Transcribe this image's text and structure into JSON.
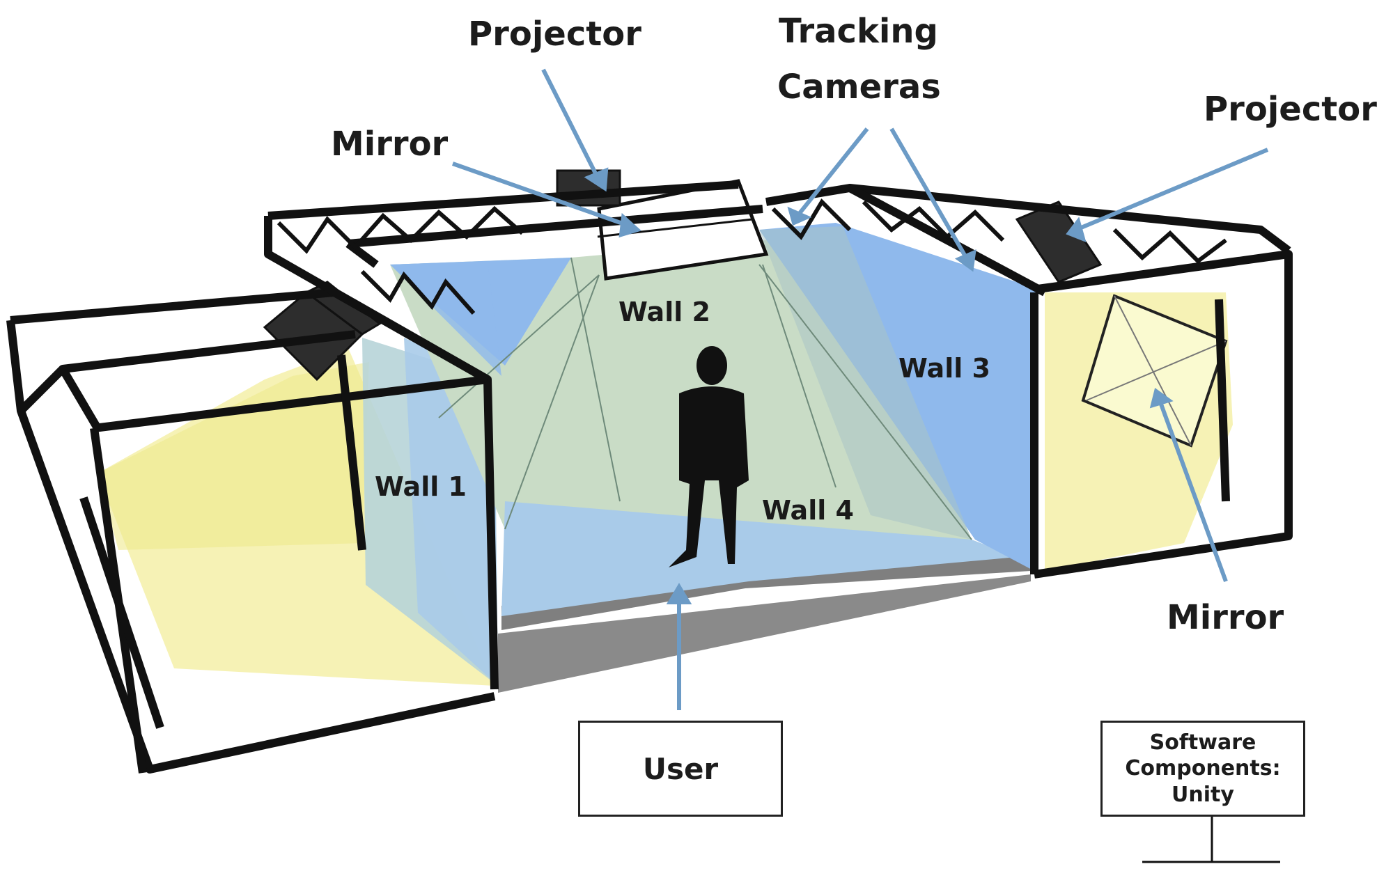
{
  "labels": {
    "projector_top": "Projector",
    "tracking_line1": "Tracking",
    "tracking_line2": "Cameras",
    "projector_right": "Projector",
    "mirror_top": "Mirror",
    "mirror_right": "Mirror",
    "wall1": "Wall 1",
    "wall2": "Wall 2",
    "wall3": "Wall 3",
    "wall4": "Wall 4"
  },
  "boxes": {
    "user": "User",
    "software_line1": "Software",
    "software_line2": "Components:",
    "software_line3": "Unity"
  },
  "colors": {
    "wall_blue": "#8fb9ec",
    "floor_blue": "#a9cbe9",
    "wall_green": "#c9dcc6",
    "yellow_light": "#f5f0a8",
    "frame": "#111111",
    "arrow": "#6c9bc6",
    "floor_gray": "#7f7f7f"
  }
}
